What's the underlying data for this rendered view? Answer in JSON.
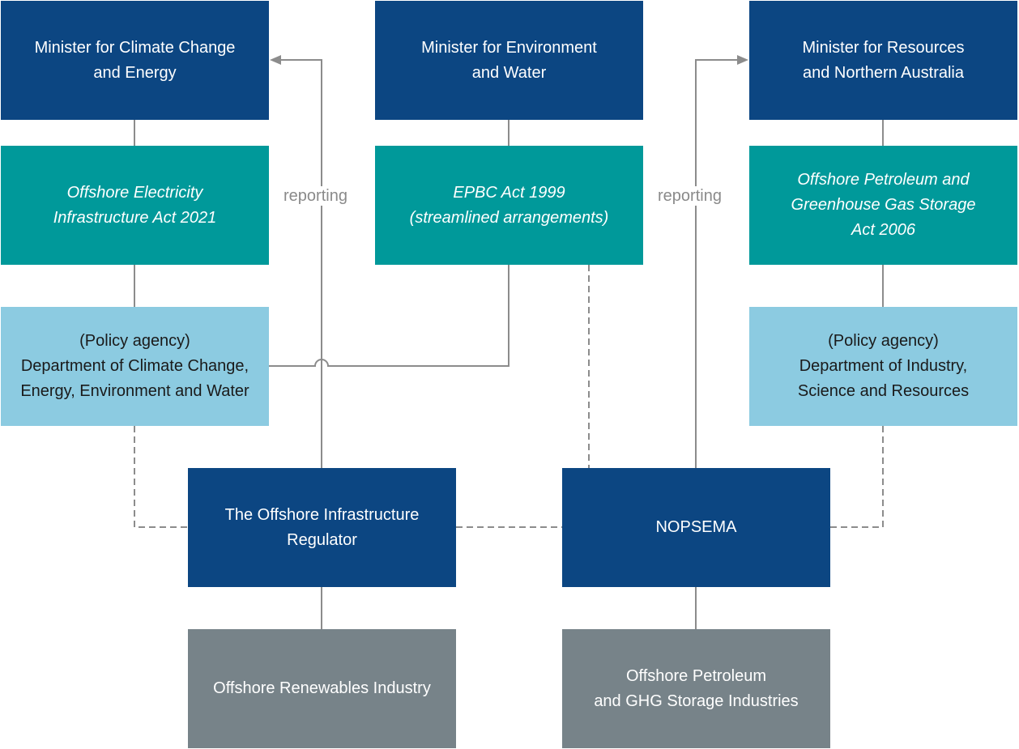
{
  "colors": {
    "minister": "#0c4682",
    "legislation": "#00999a",
    "policy_agency": "#8ccbe1",
    "industry": "#778389",
    "connector": "#8c8c8c"
  },
  "ministers": {
    "climate": "Minister for Climate Change\nand Energy",
    "environment": "Minister for Environment\nand Water",
    "resources": "Minister for Resources\nand Northern Australia"
  },
  "legislation": {
    "oeia": "Offshore Electricity\nInfrastructure Act 2021",
    "epbc": "EPBC Act 1999\n(streamlined arrangements)",
    "opggsa": "Offshore Petroleum and\nGreenhouse Gas Storage\nAct 2006"
  },
  "agencies": {
    "dcceew": "(Policy agency)\nDepartment of Climate Change,\nEnergy, Environment and Water",
    "disr": "(Policy agency)\nDepartment of Industry,\nScience and Resources"
  },
  "regulators": {
    "oir": "The Offshore Infrastructure\nRegulator",
    "nopsema": "NOPSEMA"
  },
  "industries": {
    "renewables": "Offshore Renewables Industry",
    "petroleum": "Offshore Petroleum\nand GHG Storage Industries"
  },
  "labels": {
    "reporting_left": "reporting",
    "reporting_right": "reporting"
  }
}
